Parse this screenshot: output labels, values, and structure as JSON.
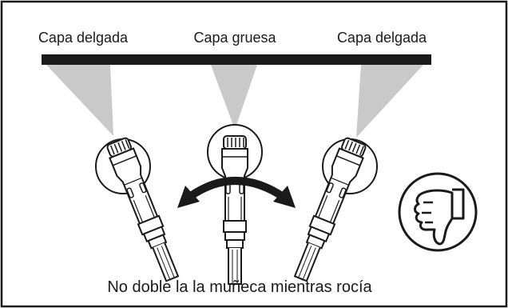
{
  "labels": {
    "left": "Capa delgada",
    "center": "Capa gruesa",
    "right": "Capa delgada"
  },
  "caption": "No doble la la muñeca mientras rocía",
  "icons": {
    "indicator": "thumbs-down-icon",
    "motion": "curved-double-arrow-icon"
  },
  "colors": {
    "line": "#1a1a1a",
    "spray": "#c9c9c9",
    "background": "#ffffff"
  }
}
